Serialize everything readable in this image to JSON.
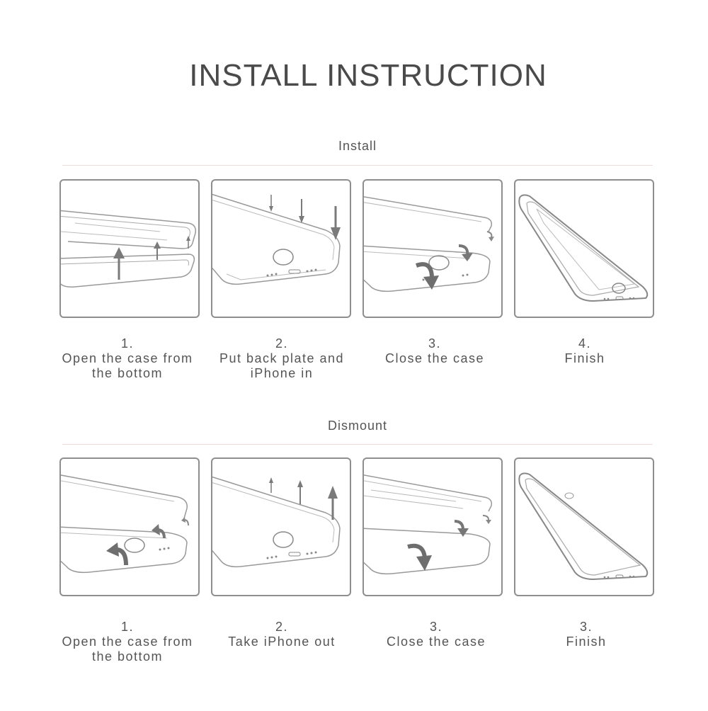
{
  "page": {
    "title": "INSTALL INSTRUCTION"
  },
  "install": {
    "heading": "Install",
    "steps": [
      {
        "number": "1.",
        "line1": "Open the case from",
        "line2": "the bottom"
      },
      {
        "number": "2.",
        "line1": "Put back plate and",
        "line2": "iPhone in"
      },
      {
        "number": "3.",
        "line1": "Close the case",
        "line2": ""
      },
      {
        "number": "4.",
        "line1": "Finish",
        "line2": ""
      }
    ]
  },
  "dismount": {
    "heading": "Dismount",
    "steps": [
      {
        "number": "1.",
        "line1": "Open the case from",
        "line2": "the bottom"
      },
      {
        "number": "2.",
        "line1": "Take iPhone out",
        "line2": ""
      },
      {
        "number": "3.",
        "line1": "Close the case",
        "line2": ""
      },
      {
        "number": "3.",
        "line1": "Finish",
        "line2": ""
      }
    ]
  },
  "colors": {
    "frame_border": "#8e8e8e",
    "divider": "#f0dcd5",
    "arrow": "#7a7a7a",
    "text": "#555555"
  }
}
